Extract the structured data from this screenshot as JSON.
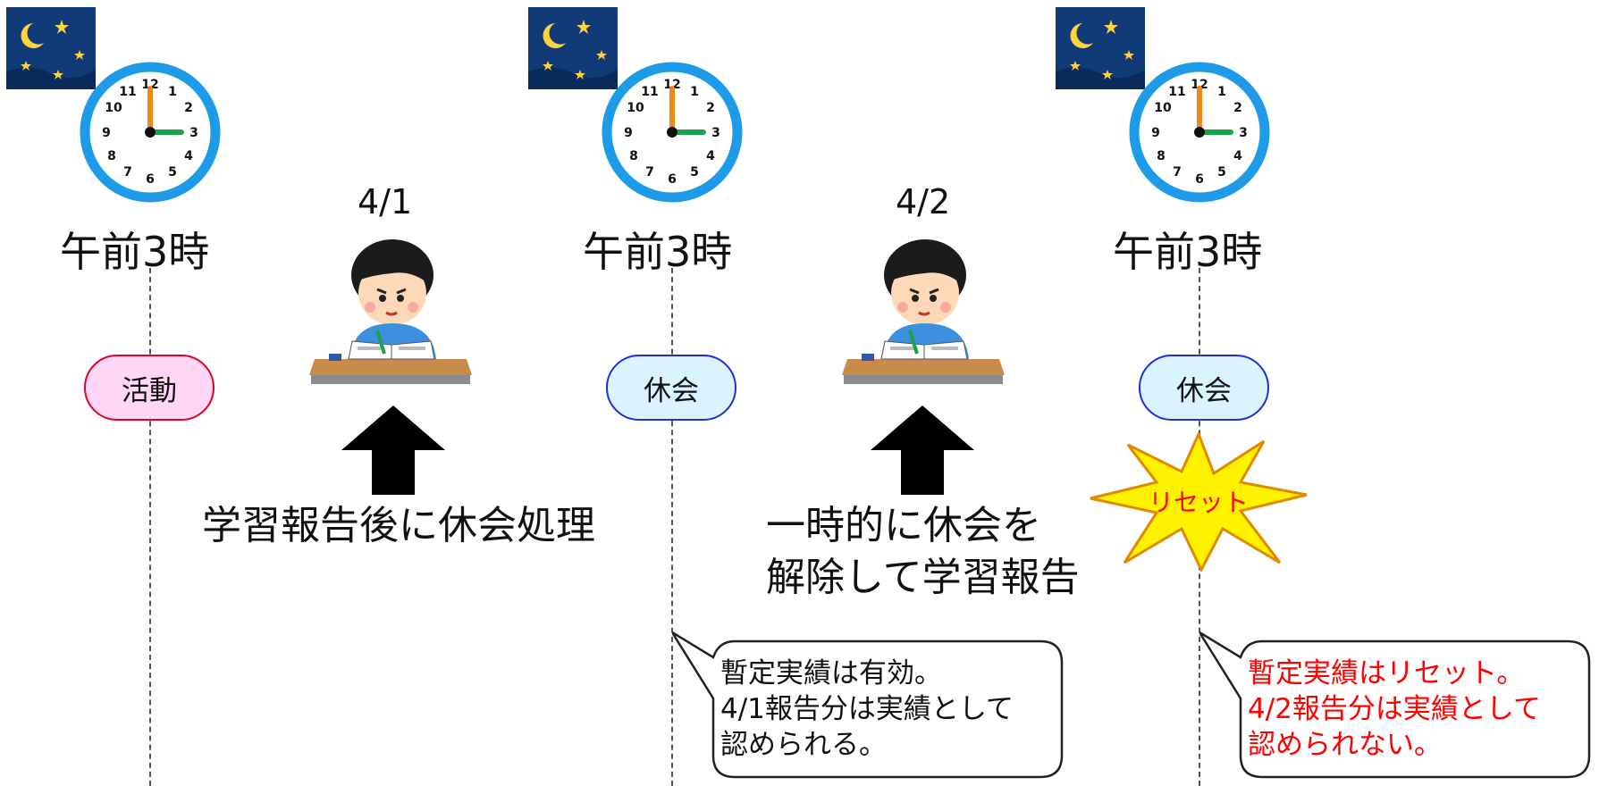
{
  "columns": [
    {
      "time": "午前3時",
      "status": "活動",
      "status_kind": "active"
    },
    {
      "time": "午前3時",
      "status": "休会",
      "status_kind": "pause"
    },
    {
      "time": "午前3時",
      "status": "休会",
      "status_kind": "pause"
    }
  ],
  "days": [
    {
      "date": "4/1",
      "caption_lines": [
        "学習報告後に休会処理"
      ]
    },
    {
      "date": "4/2",
      "caption_lines": [
        "一時的に休会を",
        "解除して学習報告"
      ]
    }
  ],
  "reset_label": "リセット",
  "callouts": [
    {
      "text": "暫定実績は有効。\n4/1報告分は実績として\n認められる。",
      "color": "#111111"
    },
    {
      "text": "暫定実績はリセット。\n4/2報告分は実績として\n認められない。",
      "color": "#ff0000"
    }
  ],
  "colors": {
    "active_fill": "#ffd6f5",
    "active_border": "#e0002a",
    "pause_fill": "#d9f3ff",
    "pause_border": "#1f2fd6",
    "burst_fill": "#fff200",
    "burst_text": "#ff0000",
    "clock_rim": "#1e9be8",
    "night_sky": "#103a78"
  },
  "icons": [
    "night-sky-icon",
    "clock-icon",
    "studying-child-icon",
    "up-arrow-icon",
    "reset-burst-icon"
  ]
}
